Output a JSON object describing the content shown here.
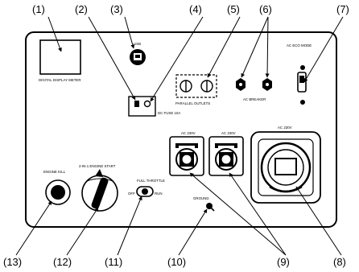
{
  "callouts": {
    "c1": "(1)",
    "c2": "(2)",
    "c3": "(3)",
    "c4": "(4)",
    "c5": "(5)",
    "c6": "(6)",
    "c7": "(7)",
    "c8": "(8)",
    "c9": "(9)",
    "c10": "(10)",
    "c11": "(11)",
    "c12": "(12)",
    "c13": "(13)"
  },
  "panel_labels": {
    "meter": "DIGITAL DISPLAY METER",
    "usb": "USB",
    "dc_fuse": "DC FUSE 10A",
    "parallel": "PARALLEL OUTLETS",
    "breaker": "AC BREAKER",
    "ac_eco": "AC ECO MODE",
    "ac_120v_left": "AC 230V",
    "ac_120v_mid": "AC 230V",
    "ac_120v_right": "AC 230V",
    "engine_start": "2-IN-1 ENGINE START",
    "fuel_throttle": "FULL THROTTLE",
    "off": "OFF",
    "run": "RUN",
    "ground": "GROUND",
    "engine_kill": "ENGINE KILL"
  },
  "colors": {
    "line": "#000000",
    "panel": "#ffffff"
  }
}
